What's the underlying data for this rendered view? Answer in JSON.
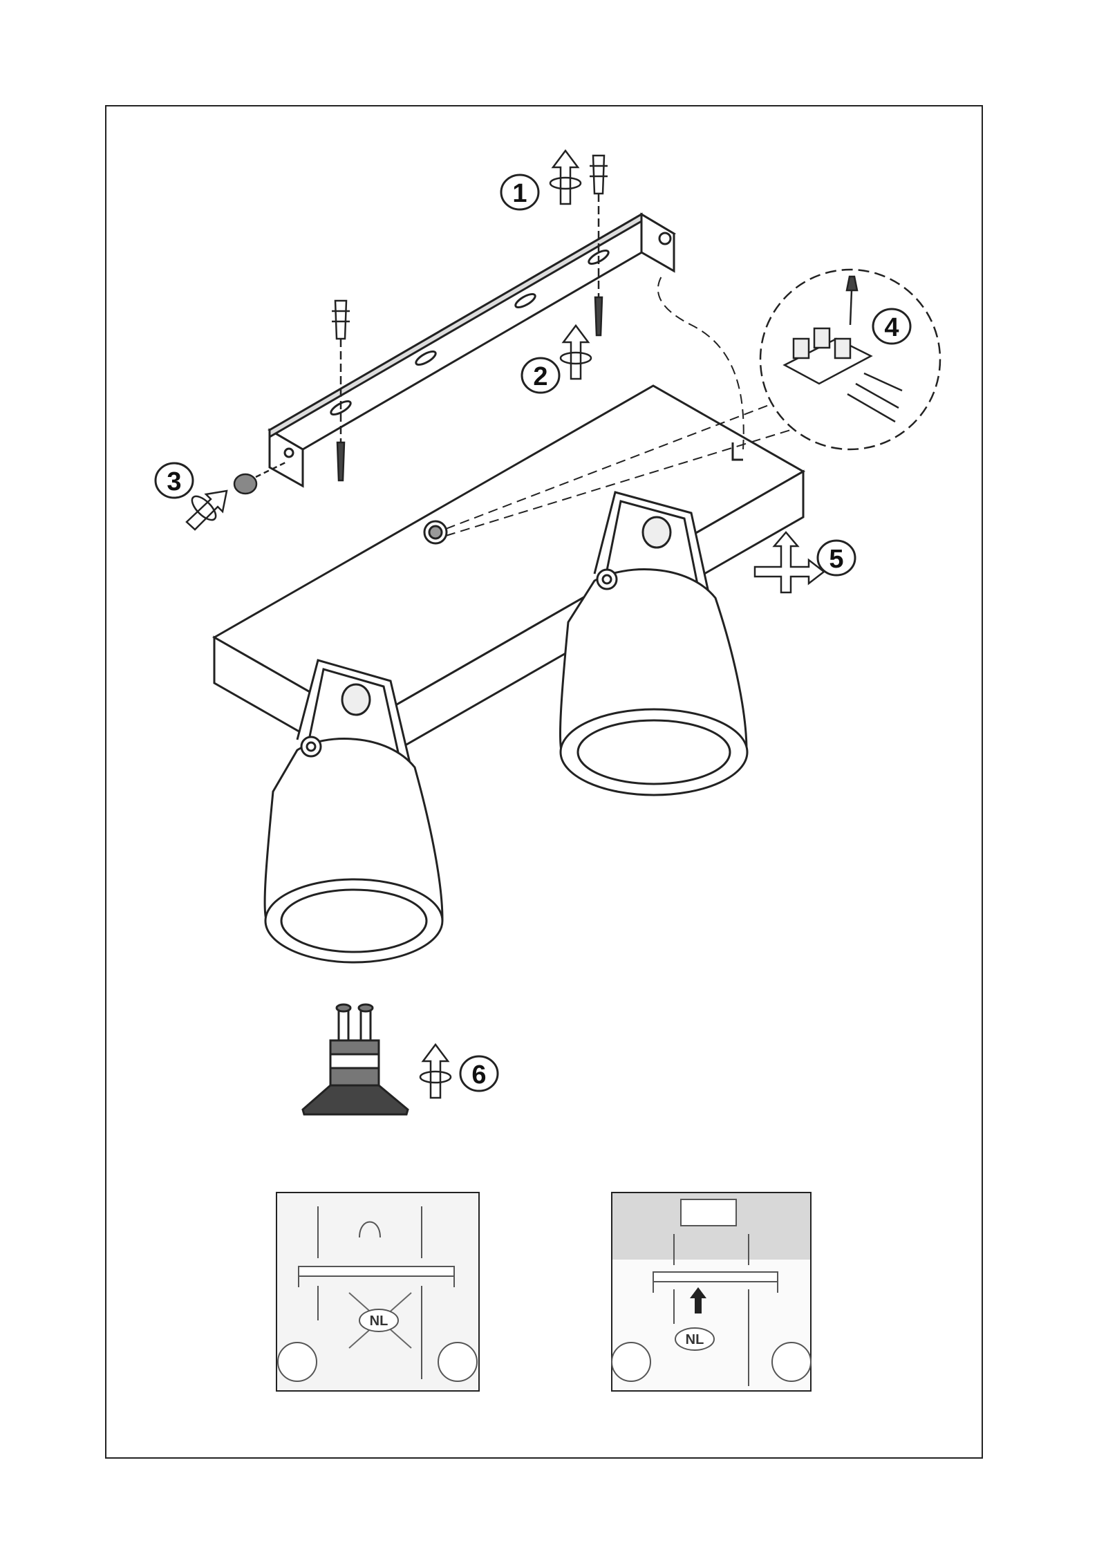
{
  "steps": [
    {
      "number": "1",
      "icon": "rotate-up-arrow-icon"
    },
    {
      "number": "2",
      "icon": "rotate-up-arrow-icon"
    },
    {
      "number": "3",
      "icon": "rotate-screw-arrow-icon"
    },
    {
      "number": "4",
      "icon": "rotate-up-arrow-icon"
    },
    {
      "number": "5",
      "icon": "push-up-right-arrow-icon"
    },
    {
      "number": "6",
      "icon": "rotate-up-arrow-icon"
    }
  ],
  "panels": [
    {
      "badge": "NL",
      "crossed": true
    },
    {
      "badge": "NL",
      "crossed": false
    }
  ],
  "colors": {
    "line": "#222222",
    "panel_bg_gray": "#d8d8d8",
    "badge_fill": "#ffffff"
  }
}
